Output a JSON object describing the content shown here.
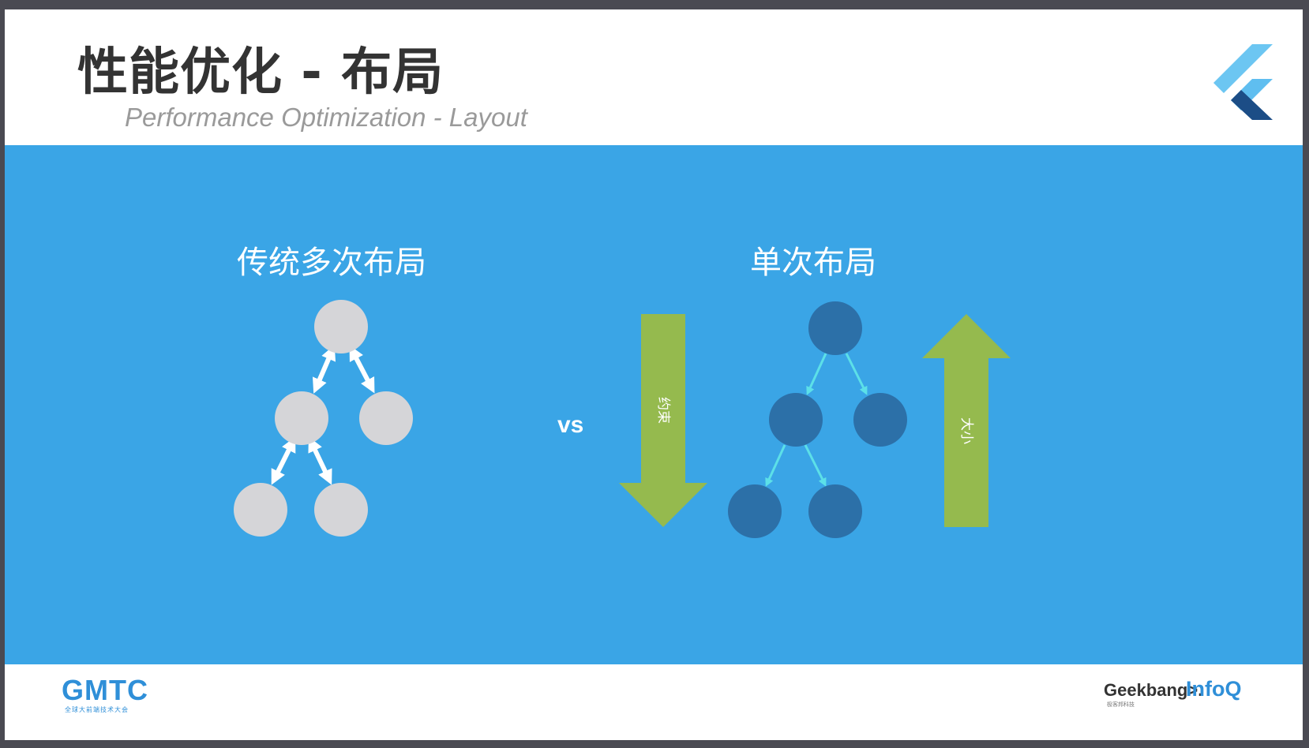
{
  "slide": {
    "title": "性能优化 - 布局",
    "subtitle": "Performance Optimization - Layout"
  },
  "diagram": {
    "left_label": "传统多次布局",
    "right_label": "单次布局",
    "vs_label": "vs",
    "down_arrow_label": "约束",
    "up_arrow_label": "大小",
    "colors": {
      "background": "#3aa5e6",
      "traditional_node": "#d5d5d8",
      "single_node": "#2c70a8",
      "edge_traditional": "#ffffff",
      "edge_single": "#5ce0e8",
      "arrow": "#95ba4e"
    }
  },
  "footer": {
    "left_logo": "GMTC",
    "left_logo_sub": "全球大前端技术大会",
    "right_logo_1": "Geekbang>.",
    "right_logo_1_sub": "极客邦科技",
    "right_logo_2": "InfoQ"
  },
  "icons": {
    "top_right_logo": "flutter-logo-icon"
  }
}
